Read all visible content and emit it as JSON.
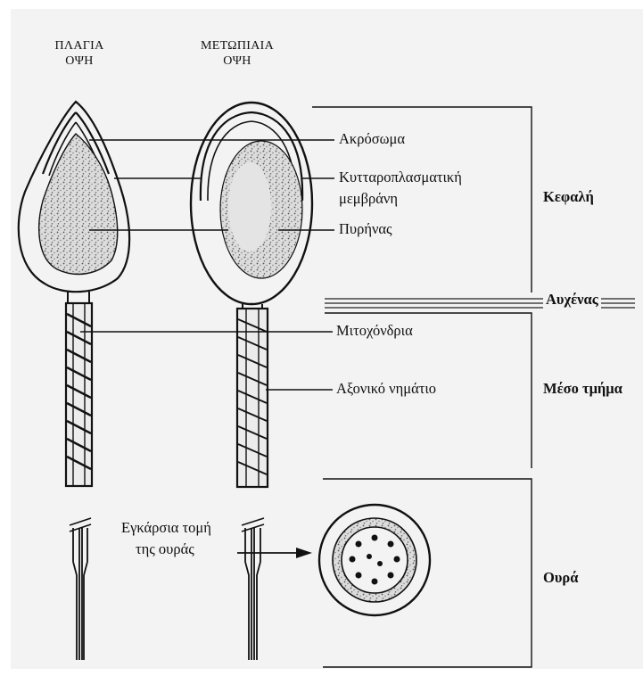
{
  "views": {
    "side_view": {
      "line1": "ΠΛΑΓΙΑ",
      "line2": "ΟΨΗ"
    },
    "front_view": {
      "line1": "ΜΕΤΩΠΙΑΙΑ",
      "line2": "ΟΨΗ"
    }
  },
  "labels": {
    "acrosome": "Ακρόσωμα",
    "cell_membrane_line1": "Κυτταροπλασματική",
    "cell_membrane_line2": "μεμβράνη",
    "nucleus": "Πυρήνας",
    "mitochondria": "Μιτοχόνδρια",
    "axial_filament": "Αξονικό νημάτιο",
    "cross_section_line1": "Εγκάρσια τομή",
    "cross_section_line2": "της ουράς"
  },
  "regions": {
    "head": "Κεφαλή",
    "neck": "Αυχένας",
    "midpiece": "Μέσο τμήμα",
    "tail": "Ουρά"
  }
}
